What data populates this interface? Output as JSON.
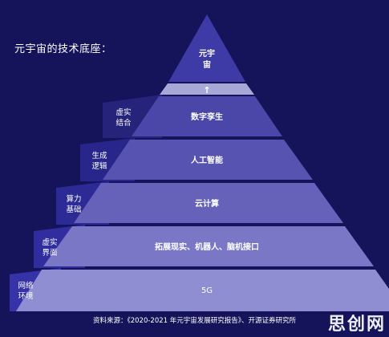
{
  "title": "元宇宙的技术底座：",
  "apex": {
    "line1": "元宇",
    "line2": "宙"
  },
  "arrow": "↑",
  "levels": [
    {
      "label": "数字孪生",
      "side_line1": "虚实",
      "side_line2": "结合"
    },
    {
      "label": "人工智能",
      "side_line1": "生成",
      "side_line2": "逻辑"
    },
    {
      "label": "云计算",
      "side_line1": "算力",
      "side_line2": "基础"
    },
    {
      "label": "拓展现实、机器人、脑机接口",
      "side_line1": "虚实",
      "side_line2": "界面"
    },
    {
      "label": "5G",
      "side_line1": "网络",
      "side_line2": "环境"
    }
  ],
  "source": "资料来源：《2020-2021 年元宇宙发展研究报告》、开源证券研究所",
  "watermark": "思创网",
  "colors": {
    "background": "#15145a",
    "apex": "#3e3aa6",
    "arrow_band": "#a8a8d8",
    "levels": [
      "#4a47a8",
      "#5753b0",
      "#6662ba",
      "#7a77c6",
      "#908ed2"
    ],
    "side_tabs": [
      "#25237a",
      "#28268a",
      "#2c2a94",
      "#302e9e",
      "#3633a8"
    ]
  }
}
